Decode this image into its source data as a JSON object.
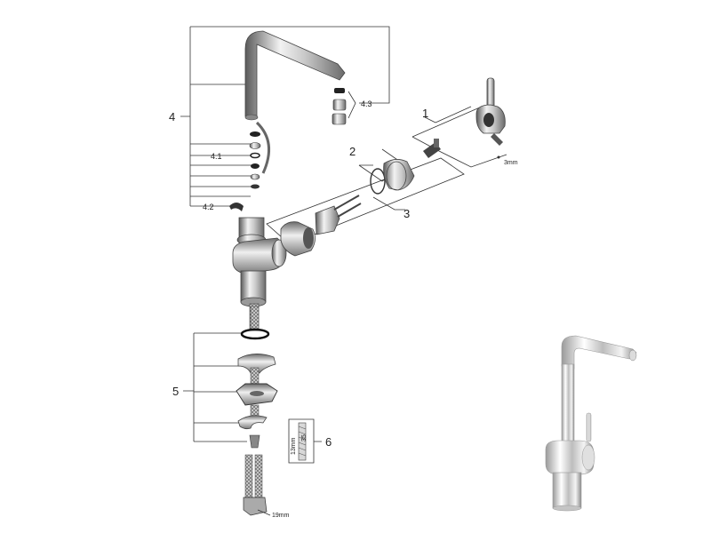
{
  "callouts": {
    "c1": "1",
    "c2": "2",
    "c3": "3",
    "c4": "4",
    "c4_1": "4.1",
    "c4_2": "4.2",
    "c4_3": "4.3",
    "c5": "5",
    "c6": "6"
  },
  "dimensions": {
    "hex_key": "3mm",
    "wrench": "19mm",
    "nut_width": "13mm",
    "length": "35"
  },
  "colors": {
    "line": "#333333",
    "steel_light": "#e6e6e6",
    "steel_mid": "#b4b4b4",
    "steel_dark": "#5a5a5a",
    "black_part": "#1a1a1a"
  }
}
